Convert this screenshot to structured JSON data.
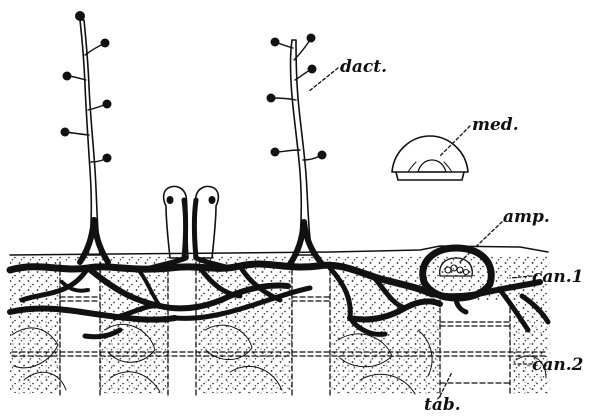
{
  "labels": {
    "dact": "dact.",
    "med": "med.",
    "amp": "amp.",
    "can1": "can.1",
    "can2": "can.2",
    "tab": "táb."
  }
}
